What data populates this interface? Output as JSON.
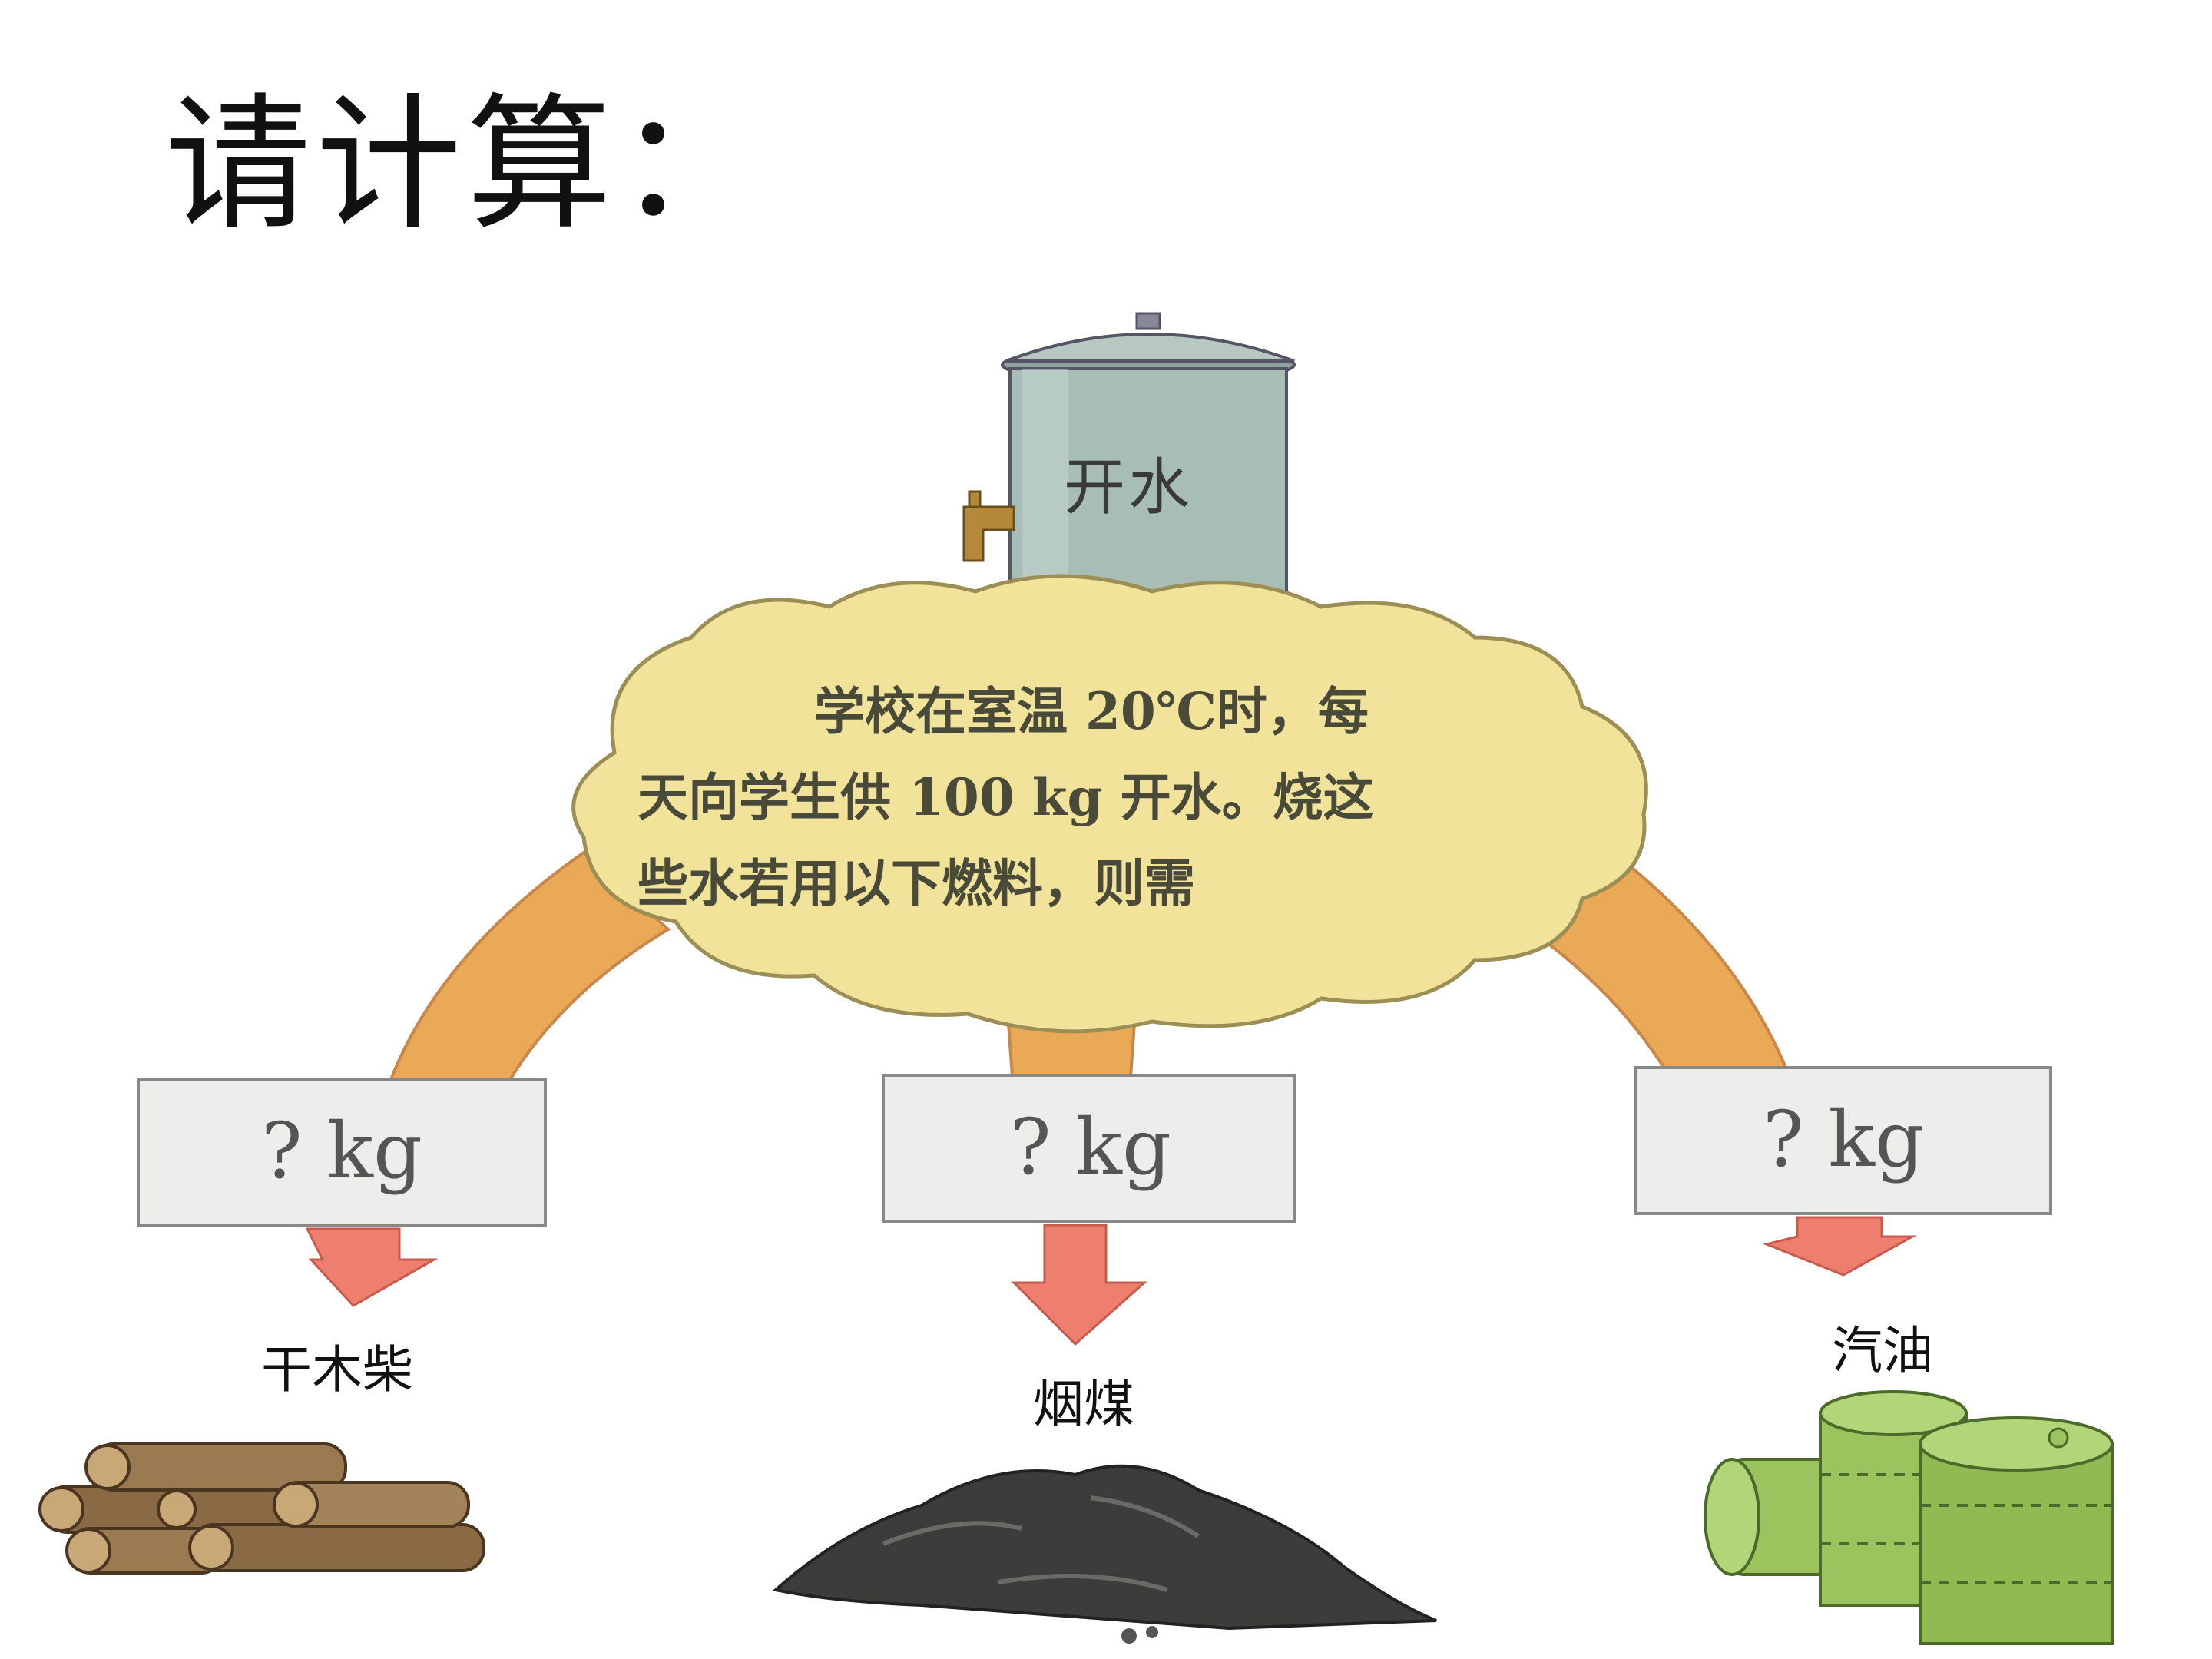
{
  "title": "请计算：",
  "tank": {
    "label": "开水"
  },
  "cloud": {
    "line1": "学校在室温 20℃时，每",
    "line2": "天向学生供 100 kg 开水。烧这",
    "line3": "些水若用以下燃料，则需"
  },
  "boxes": [
    {
      "label": "? kg",
      "fuel": "干木柴"
    },
    {
      "label": "? kg",
      "fuel": "烟煤"
    },
    {
      "label": "? kg",
      "fuel": "汽油"
    }
  ],
  "colors": {
    "cloud_fill": "#f1e49a",
    "arrow_orange": "#e9a957",
    "arrow_red": "#ee7f6f",
    "tank_fill": "#a9bdb7",
    "box_fill": "#ededeb",
    "barrel_green": "#9bc45e",
    "coal": "#3c3c3a",
    "wood": "#8a6a44"
  }
}
